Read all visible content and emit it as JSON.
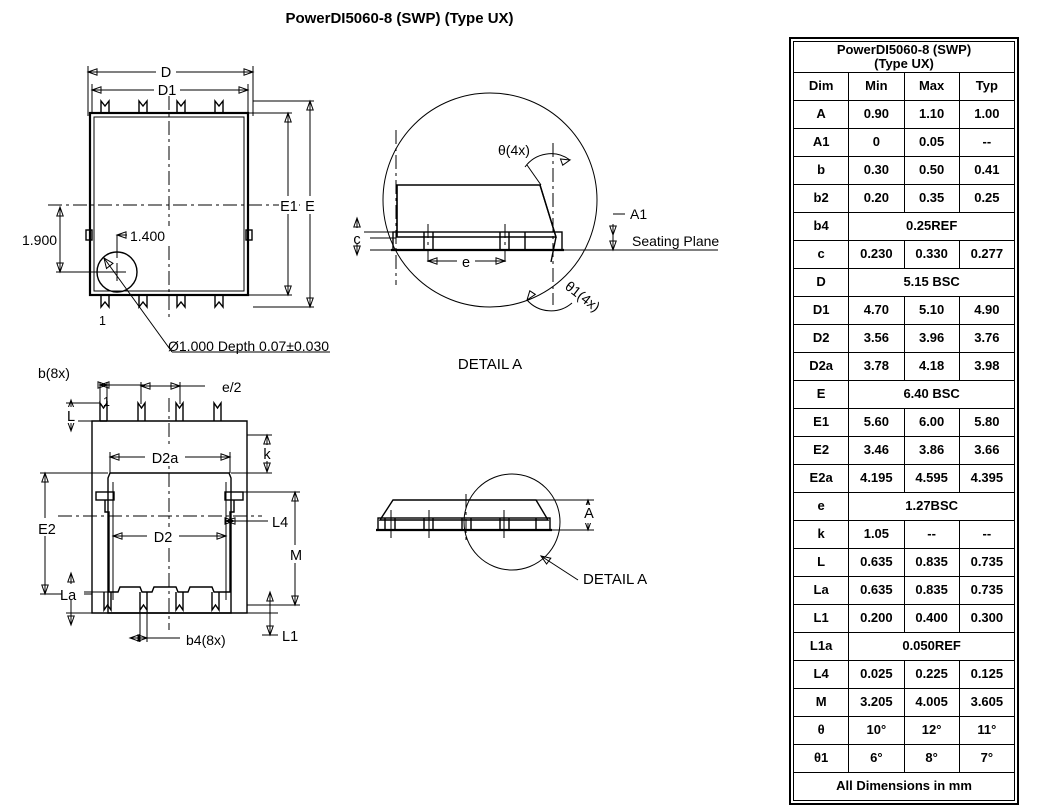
{
  "title": "PowerDI5060-8 (SWP) (Type UX)",
  "table": {
    "title_line1": "PowerDI5060-8 (SWP)",
    "title_line2": "(Type UX)",
    "headers": [
      "Dim",
      "Min",
      "Max",
      "Typ"
    ],
    "footer": "All Dimensions in mm",
    "rows": [
      {
        "dim": "A",
        "min": "0.90",
        "max": "1.10",
        "typ": "1.00",
        "span": false
      },
      {
        "dim": "A1",
        "min": "0",
        "max": "0.05",
        "typ": "--",
        "span": false
      },
      {
        "dim": "b",
        "min": "0.30",
        "max": "0.50",
        "typ": "0.41",
        "span": false
      },
      {
        "dim": "b2",
        "min": "0.20",
        "max": "0.35",
        "typ": "0.25",
        "span": false
      },
      {
        "dim": "b4",
        "value": "0.25REF",
        "span": true
      },
      {
        "dim": "c",
        "min": "0.230",
        "max": "0.330",
        "typ": "0.277",
        "span": false
      },
      {
        "dim": "D",
        "value": "5.15 BSC",
        "span": true
      },
      {
        "dim": "D1",
        "min": "4.70",
        "max": "5.10",
        "typ": "4.90",
        "span": false
      },
      {
        "dim": "D2",
        "min": "3.56",
        "max": "3.96",
        "typ": "3.76",
        "span": false
      },
      {
        "dim": "D2a",
        "min": "3.78",
        "max": "4.18",
        "typ": "3.98",
        "span": false
      },
      {
        "dim": "E",
        "value": "6.40 BSC",
        "span": true
      },
      {
        "dim": "E1",
        "min": "5.60",
        "max": "6.00",
        "typ": "5.80",
        "span": false
      },
      {
        "dim": "E2",
        "min": "3.46",
        "max": "3.86",
        "typ": "3.66",
        "span": false
      },
      {
        "dim": "E2a",
        "min": "4.195",
        "max": "4.595",
        "typ": "4.395",
        "span": false
      },
      {
        "dim": "e",
        "value": "1.27BSC",
        "span": true
      },
      {
        "dim": "k",
        "min": "1.05",
        "max": "--",
        "typ": "--",
        "span": false
      },
      {
        "dim": "L",
        "min": "0.635",
        "max": "0.835",
        "typ": "0.735",
        "span": false
      },
      {
        "dim": "La",
        "min": "0.635",
        "max": "0.835",
        "typ": "0.735",
        "span": false
      },
      {
        "dim": "L1",
        "min": "0.200",
        "max": "0.400",
        "typ": "0.300",
        "span": false
      },
      {
        "dim": "L1a",
        "value": "0.050REF",
        "span": true
      },
      {
        "dim": "L4",
        "min": "0.025",
        "max": "0.225",
        "typ": "0.125",
        "span": false
      },
      {
        "dim": "M",
        "min": "3.205",
        "max": "4.005",
        "typ": "3.605",
        "span": false
      },
      {
        "dim": "θ",
        "min": "10°",
        "max": "12°",
        "typ": "11°",
        "span": false
      },
      {
        "dim": "θ1",
        "min": "6°",
        "max": "8°",
        "typ": "7°",
        "span": false
      }
    ]
  },
  "top_view": {
    "label_D": "D",
    "label_D1": "D1",
    "label_E": "E",
    "label_E1": "E1",
    "dim_1900": "1.900",
    "dim_1400": "1.400",
    "pin1": "1",
    "note_hole": "Ø1.000 Depth 0.07±0.030"
  },
  "detail_a": {
    "caption": "DETAIL A",
    "label_theta": "θ(4x)",
    "label_theta1": "θ1(4x)",
    "label_A1": "A1",
    "label_seating": "Seating Plane",
    "label_c": "c",
    "label_e": "e"
  },
  "bottom_view": {
    "label_b8x": "b(8x)",
    "label_e_half": "e/2",
    "label_L": "L",
    "label_1": "1",
    "label_D2a": "D2a",
    "label_k": "k",
    "label_E2": "E2",
    "label_D2": "D2",
    "label_L4": "L4",
    "label_M": "M",
    "label_La": "La",
    "label_b4": "b4(8x)",
    "label_L1": "L1"
  },
  "side_view": {
    "label_A": "A",
    "detail_callout": "DETAIL A"
  }
}
